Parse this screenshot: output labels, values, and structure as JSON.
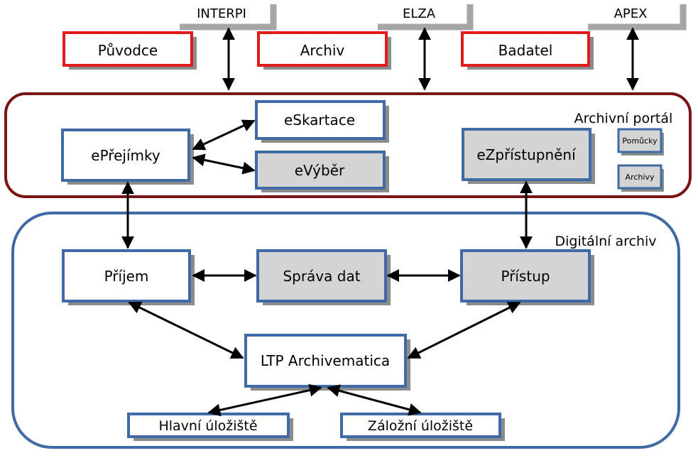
{
  "systems": {
    "interpi": "INTERPI",
    "elza": "ELZA",
    "apex": "APEX"
  },
  "actors": {
    "puvodce": "Původce",
    "archiv": "Archiv",
    "badatel": "Badatel"
  },
  "portal": {
    "title": "Archivní portál",
    "eprejimky": "ePřejímky",
    "eskartace": "eSkartace",
    "evyber": "eVýběr",
    "ezpristupneni": "eZpřístupnění",
    "pomucky": "Pomůcky",
    "archivy": "Archivy"
  },
  "digital_archive": {
    "title": "Digitální archiv",
    "prijem": "Příjem",
    "sprava_dat": "Správa dat",
    "pristup": "Přístup",
    "ltp": "LTP Archivematica",
    "hlavni": "Hlavní úložiště",
    "zalozni": "Záložní úložiště"
  },
  "colors": {
    "actor_border": "#e11a1a",
    "box_border": "#3e6aa5",
    "portal_border": "#7a1515",
    "archive_border": "#3e6aa5",
    "gray_fill": "#d4d4d4",
    "shadow": "#8c8c8c",
    "system_bar": "#a6a6a6"
  }
}
